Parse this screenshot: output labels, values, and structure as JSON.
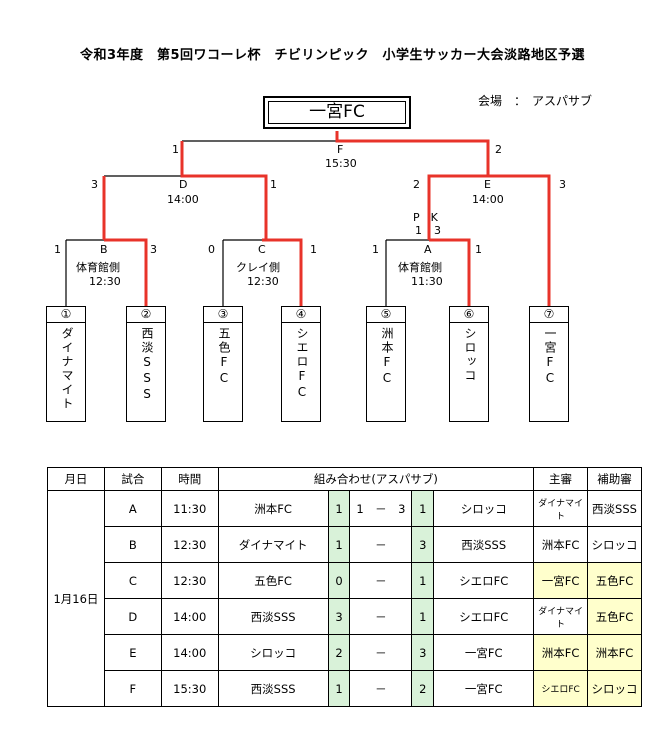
{
  "title": "令和3年度　第5回ワコーレ杯　チビリンピック　小学生サッカー大会淡路地区予選",
  "venue": "会場　：　アスパサブ",
  "champion": "一宮FC",
  "bracket": {
    "F": {
      "code": "F",
      "time": "15:30",
      "left_score": "1",
      "right_score": "2"
    },
    "D": {
      "code": "D",
      "time": "14:00",
      "left_score": "3",
      "right_score": "1"
    },
    "E": {
      "code": "E",
      "time": "14:00",
      "left_score": "2",
      "right_score": "3",
      "pk_label": "P　K",
      "pk_left": "1",
      "pk_right": "3"
    },
    "B": {
      "code": "B",
      "court": "体育館側",
      "time": "12:30",
      "left_score": "1",
      "right_score": "3"
    },
    "C": {
      "code": "C",
      "court": "クレイ側",
      "time": "12:30",
      "left_score": "0",
      "right_score": "1"
    },
    "A": {
      "code": "A",
      "court": "体育館側",
      "time": "11:30",
      "left_score": "1",
      "right_score": "1"
    }
  },
  "teams": [
    {
      "num": "①",
      "name": "ダイナマイト"
    },
    {
      "num": "②",
      "name": "西淡SSS"
    },
    {
      "num": "③",
      "name": "五色FC"
    },
    {
      "num": "④",
      "name": "シエロFC"
    },
    {
      "num": "⑤",
      "name": "洲本FC"
    },
    {
      "num": "⑥",
      "name": "シロッコ"
    },
    {
      "num": "⑦",
      "name": "一宮FC"
    }
  ],
  "table": {
    "headers": {
      "date": "月日",
      "match": "試合",
      "time": "時間",
      "pairing": "組み合わせ(アスパサブ)",
      "referee": "主審",
      "assistant": "補助審"
    },
    "date": "1月16日",
    "rows": [
      {
        "match": "A",
        "time": "11:30",
        "home": "洲本FC",
        "hs": "1",
        "sep": "1　－　3",
        "as": "1",
        "away": "シロッコ",
        "ref": "ダイナマイト",
        "asst": "西淡SSS"
      },
      {
        "match": "B",
        "time": "12:30",
        "home": "ダイナマイト",
        "hs": "1",
        "sep": "－",
        "as": "3",
        "away": "西淡SSS",
        "ref": "洲本FC",
        "asst": "シロッコ"
      },
      {
        "match": "C",
        "time": "12:30",
        "home": "五色FC",
        "hs": "0",
        "sep": "－",
        "as": "1",
        "away": "シエロFC",
        "ref": "一宮FC",
        "asst": "五色FC"
      },
      {
        "match": "D",
        "time": "14:00",
        "home": "西淡SSS",
        "hs": "3",
        "sep": "－",
        "as": "1",
        "away": "シエロFC",
        "ref": "ダイナマイト",
        "asst": "五色FC"
      },
      {
        "match": "E",
        "time": "14:00",
        "home": "シロッコ",
        "hs": "2",
        "sep": "－",
        "as": "3",
        "away": "一宮FC",
        "ref": "洲本FC",
        "asst": "洲本FC"
      },
      {
        "match": "F",
        "time": "15:30",
        "home": "西淡SSS",
        "hs": "1",
        "sep": "－",
        "as": "2",
        "away": "一宮FC",
        "ref": "シエロFC",
        "asst": "シロッコ"
      }
    ]
  },
  "colors": {
    "winner_line": "#e8332a",
    "score_cell": "#d9f2d9",
    "ref_cell": "#ffffcc"
  }
}
